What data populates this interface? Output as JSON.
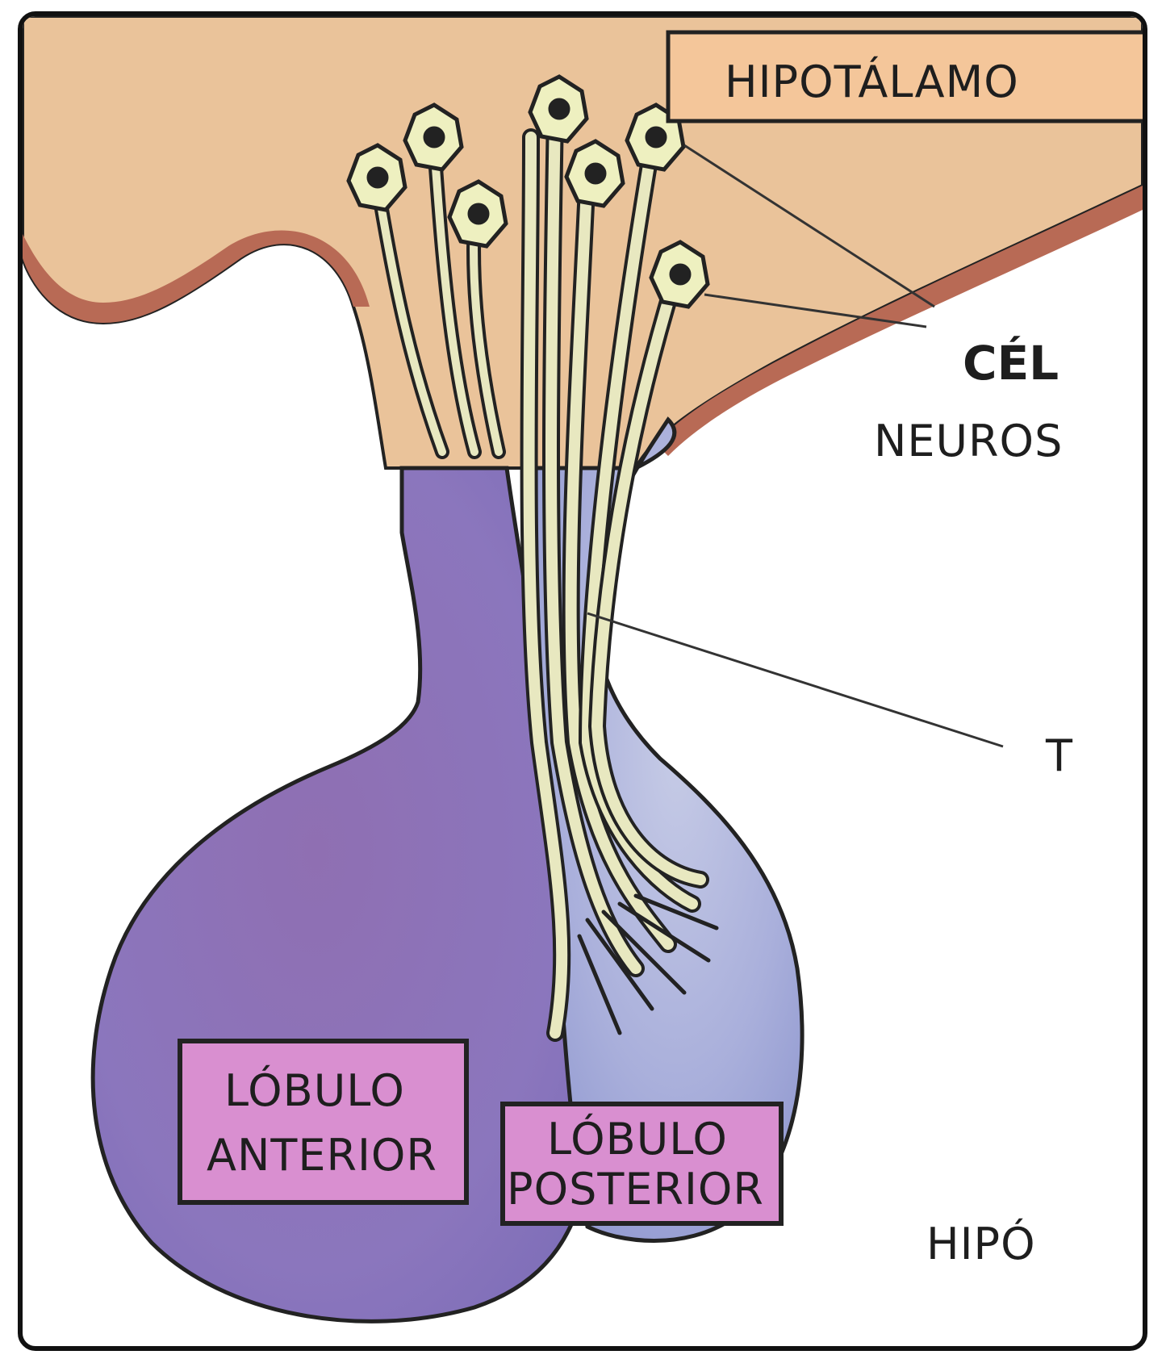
{
  "labels": {
    "hypothalamus": "HIPOTÁLAMO",
    "cells_partial": "CÉL",
    "neuros_partial": "NEUROS",
    "t_partial": "T",
    "hypophysis_partial": "HIPÓ",
    "anterior_lobe_line1": "LÓBULO",
    "anterior_lobe_line2": "ANTERIOR",
    "posterior_lobe_line1": "LÓBULO",
    "posterior_lobe_line2": "POSTERIOR"
  },
  "colors": {
    "hypothalamus_fill": "#eac39a",
    "hypothalamus_edge": "#b86a55",
    "gland_purple": "#8a72b8",
    "posterior_blue": "#9fa6d6",
    "label_box_fill": "#d98fd0",
    "axon_fill": "#e8e8c0",
    "outline": "#222222"
  }
}
